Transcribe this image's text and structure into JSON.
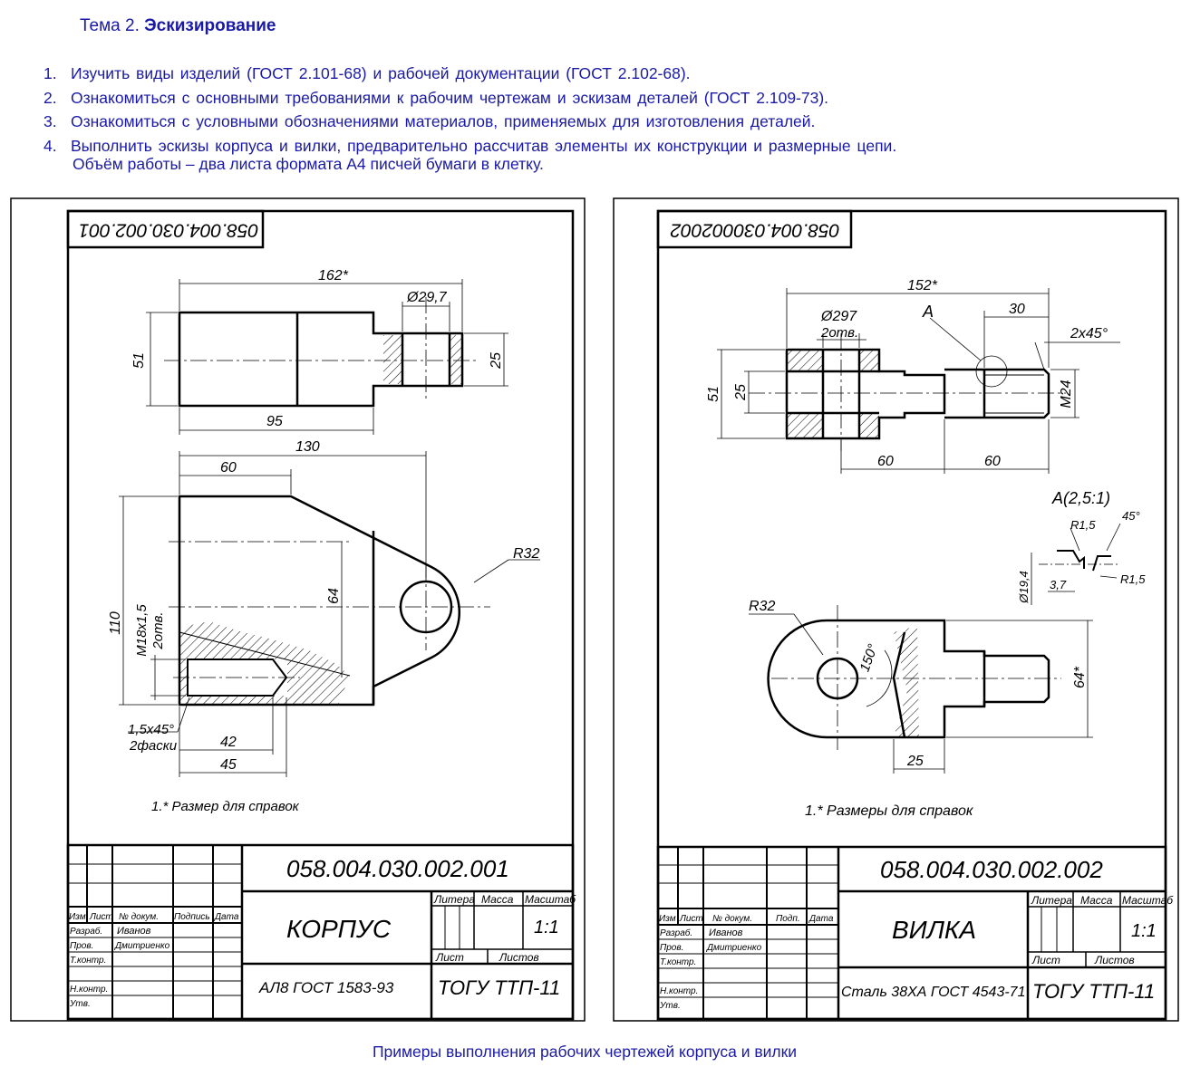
{
  "topic": {
    "prefix": "Тема  2.",
    "title": "Эскизирование"
  },
  "tasks": [
    {
      "num": "1.",
      "text": "Изучить виды изделий (ГОСТ 2.101-68) и рабочей документации (ГОСТ 2.102-68)."
    },
    {
      "num": "2.",
      "text": "Ознакомиться с основными требованиями к рабочим чертежам и эскизам деталей (ГОСТ 2.109-73)."
    },
    {
      "num": "3.",
      "text": "Ознакомиться с условными обозначениями материалов, применяемых для изготовления деталей."
    },
    {
      "num": "4.",
      "text": "Выполнить эскизы корпуса и вилки, предварительно рассчитав элементы их конструкции и размерные цепи."
    }
  ],
  "volume": "Объём работы – два листа формата А4 писчей бумаги в клетку.",
  "caption": "Примеры выполнения рабочих чертежей корпуса и вилки",
  "sheets": {
    "left": {
      "code_rotated": "058.004.030.002.001",
      "dims": {
        "d162": "162*",
        "d29": "Ø29,7",
        "d51": "51",
        "d25": "25",
        "d95": "95",
        "d130": "130",
        "d60": "60",
        "d64": "64",
        "d110": "110",
        "dR32": "R32",
        "dM18": "M18x1,5",
        "dM18b": "2отв.",
        "d15": "1,5x45°",
        "d15b": "2фаски",
        "d42": "42",
        "d45": "45"
      },
      "note": "1.* Размер для справок",
      "stamp": {
        "code": "058.004.030.002.001",
        "name": "КОРПУС",
        "material": "АЛ8 ГОСТ 1583-93",
        "org": "ТОГУ ТТП-11",
        "scale": "1:1",
        "litera": "Литера",
        "massa": "Масса",
        "masshtab": "Масштаб",
        "list": "Лист",
        "listov": "Листов",
        "izm": "Изм",
        "list2": "Лист",
        "ndokum": "№ докум.",
        "podpis": "Подпись",
        "data": "Дата",
        "razrab": "Разраб.",
        "prov": "Пров.",
        "tkontr": "Т.контр.",
        "nkontr": "Н.контр.",
        "utv": "Утв.",
        "razrab_name": "Иванов",
        "prov_name": "Дмитриенко"
      }
    },
    "right": {
      "code_rotated": "058.004.030002002",
      "dims": {
        "d152": "152*",
        "d297": "Ø297",
        "d297b": "2отв.",
        "dA": "А",
        "d30": "30",
        "d2x45": "2x45°",
        "d51": "51",
        "d25": "25",
        "dM24": "M24",
        "d60a": "60",
        "d60b": "60",
        "dA25": "А(2,5:1)",
        "dR15a": "R1,5",
        "d45deg": "45°",
        "d194": "Ø19,4",
        "d37": "3,7",
        "dR15b": "R1,5",
        "dR32": "R32",
        "d150": "150°",
        "d64": "64*",
        "d25b": "25"
      },
      "note": "1.* Размеры для справок",
      "stamp": {
        "code": "058.004.030.002.002",
        "name": "ВИЛКА",
        "material": "Сталь 38ХА ГОСТ 4543-71",
        "org": "ТОГУ ТТП-11",
        "scale": "1:1",
        "litera": "Литера",
        "massa": "Масса",
        "masshtab": "Масштаб",
        "list": "Лист",
        "listov": "Листов",
        "izm": "Изм",
        "list2": "Лист",
        "ndokum": "№ докум.",
        "podpis": "Подп.",
        "data": "Дата",
        "razrab": "Разраб.",
        "prov": "Пров.",
        "tkontr": "Т.контр.",
        "nkontr": "Н.контр.",
        "utv": "Утв.",
        "razrab_name": "Иванов",
        "prov_name": "Дмитриенко"
      }
    }
  },
  "colors": {
    "text": "#1a1aa6",
    "line": "#000000"
  }
}
